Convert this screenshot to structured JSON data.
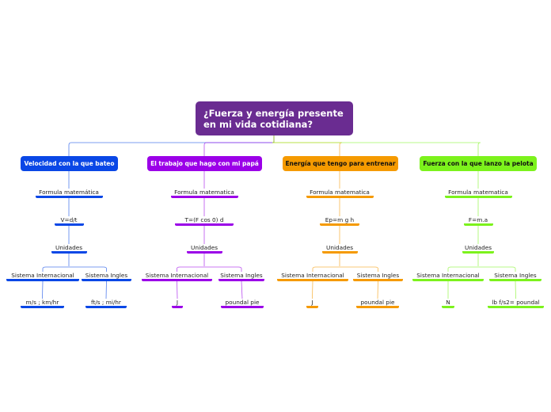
{
  "root": {
    "title": "¿Fuerza y energía presente en mi vida cotidiana?"
  },
  "colors": {
    "blue": "#0a47e6",
    "purple": "#9b00e8",
    "orange": "#f59a00",
    "green": "#7cf21c",
    "root": "#6a2c91"
  },
  "branches": [
    {
      "label": "Velocidad con la que bateo",
      "formula_label": "Formula matemática",
      "formula": "V=d/t",
      "units_label": "Unidades",
      "si_label": "Sistema Internacional",
      "en_label": "Sistema Ingles",
      "si_unit": "m/s ; km/hr",
      "en_unit": "ft/s ; mi/hr"
    },
    {
      "label": "El trabajo que hago con mi papá",
      "formula_label": "Formula matematica",
      "formula": "T=(F cos 0) d",
      "units_label": "Unidades",
      "si_label": "Sistema Internacional",
      "en_label": "Sistema Ingles",
      "si_unit": "J",
      "en_unit": "poundal pie"
    },
    {
      "label": "Energía que tengo para entrenar",
      "formula_label": "Formula matematica",
      "formula": "Ep=m g h",
      "units_label": "Unidades",
      "si_label": "Sistema Internacional",
      "en_label": "Sistema Ingles",
      "si_unit": "J",
      "en_unit": "poundal pie"
    },
    {
      "label": "Fuerza con la que lanzo la pelota",
      "formula_label": "Formula matematica",
      "formula": "F=m.a",
      "units_label": "Unidades",
      "si_label": "Sistema Internacional",
      "en_label": "Sistema Ingles",
      "si_unit": "N",
      "en_unit": "lb f/s2= poundal"
    }
  ]
}
